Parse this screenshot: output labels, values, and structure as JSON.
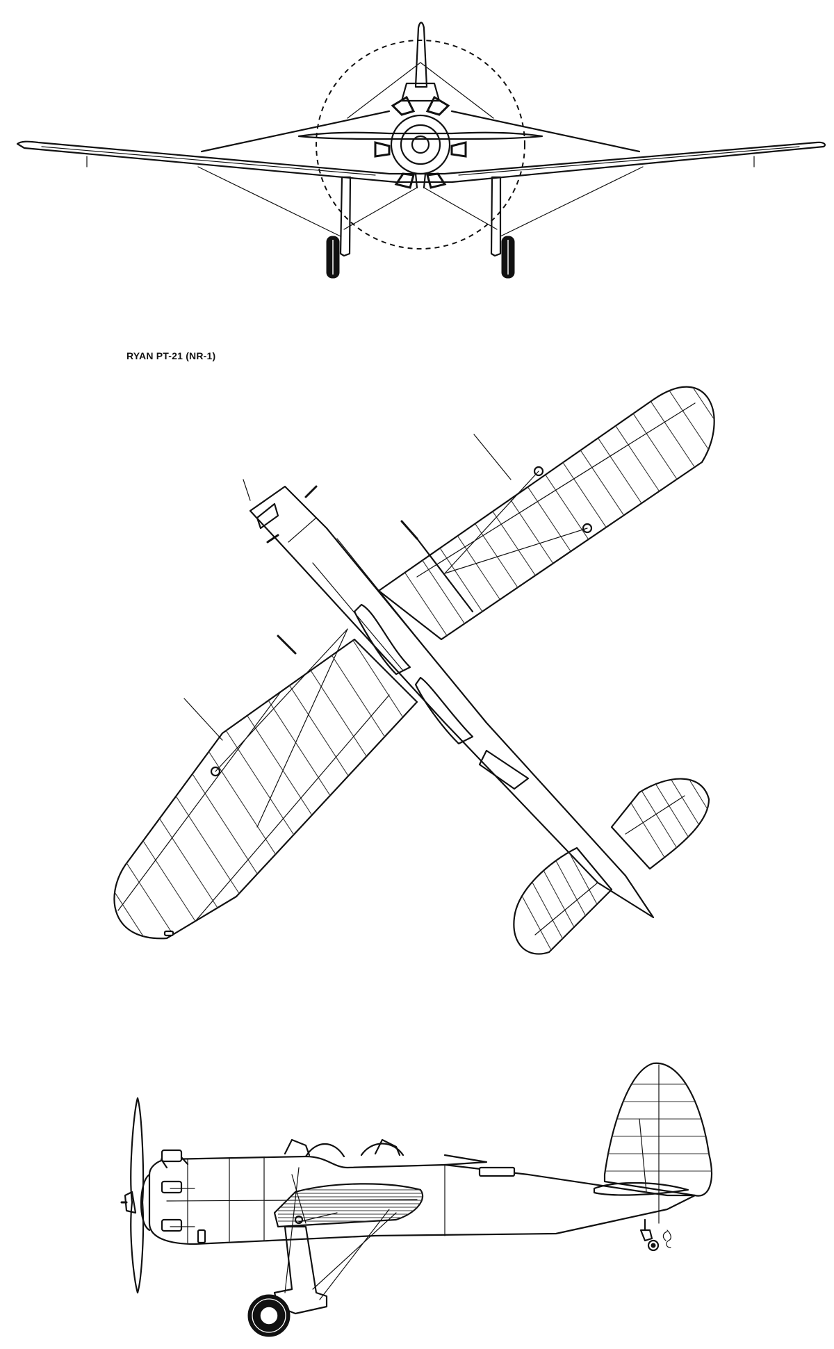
{
  "drawing": {
    "title": "RYAN PT-21 (NR-1)",
    "views": [
      "front-view",
      "plan-view",
      "side-view"
    ],
    "line_color": "#111111",
    "background": "#ffffff"
  }
}
